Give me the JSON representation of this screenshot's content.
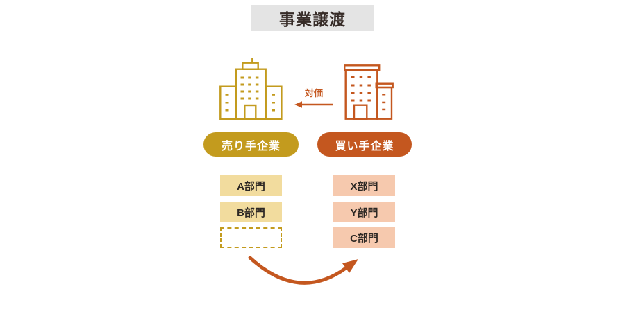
{
  "title": "事業譲渡",
  "seller": {
    "label": "売り手企業",
    "building_icon": "office-building-gold-icon",
    "departments": [
      "A部門",
      "B部門"
    ],
    "empty_slot_label": ""
  },
  "buyer": {
    "label": "買い手企業",
    "building_icon": "office-building-orange-icon",
    "departments": [
      "X部門",
      "Y部門",
      "C部門"
    ]
  },
  "payment_arrow": {
    "label": "対価",
    "icon": "arrow-left-icon"
  },
  "transfer_arrow": {
    "icon": "curved-arrow-right-icon"
  },
  "colors": {
    "gold": "#c39b1e",
    "gold-light": "#f2dc9e",
    "orange": "#c4571f",
    "orange-light": "#f6c9ae",
    "title-bg": "#e4e4e4",
    "title-text": "#362b27",
    "dept-text": "#2d2824",
    "canvas-bg": "#ffffff"
  }
}
